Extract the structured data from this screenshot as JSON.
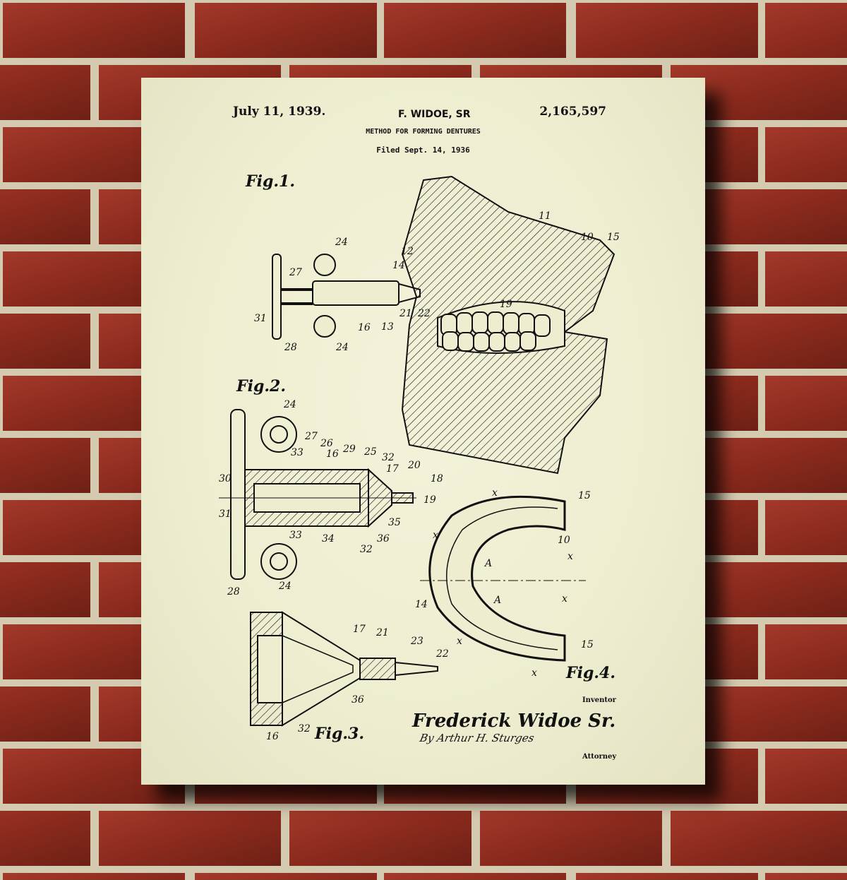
{
  "poster": {
    "date": "July 11, 1939.",
    "inventor_header": "F. WIDOE, SR",
    "patent_number": "2,165,597",
    "title": "METHOD FOR FORMING DENTURES",
    "filed": "Filed Sept. 14, 1936",
    "figures": [
      "Fig.1.",
      "Fig.2.",
      "Fig.3.",
      "Fig.4."
    ],
    "fig1_labels": [
      "24",
      "27",
      "31",
      "28",
      "16",
      "24",
      "12",
      "14",
      "21",
      "22",
      "13",
      "19",
      "11",
      "10",
      "15"
    ],
    "fig2_labels": [
      "24",
      "27",
      "26",
      "16",
      "29",
      "25",
      "32",
      "17",
      "20",
      "18",
      "19",
      "30",
      "31",
      "33",
      "33",
      "34",
      "32",
      "36",
      "35",
      "24",
      "28"
    ],
    "fig3_labels": [
      "17",
      "21",
      "23",
      "22",
      "36",
      "16",
      "32"
    ],
    "fig4_labels": [
      "x",
      "15",
      "x",
      "10",
      "x",
      "A",
      "A",
      "x",
      "14",
      "x",
      "15",
      "x"
    ],
    "inventor_caption": "Inventor",
    "inventor_name": "Frederick Widoe Sr.",
    "attorney_signature": "By Arthur H. Sturges",
    "attorney_caption": "Attorney"
  },
  "colors": {
    "brick": "#8e2a1e",
    "mortar": "#d6cdb4",
    "paper": "#f0efd2",
    "ink": "#111111"
  }
}
